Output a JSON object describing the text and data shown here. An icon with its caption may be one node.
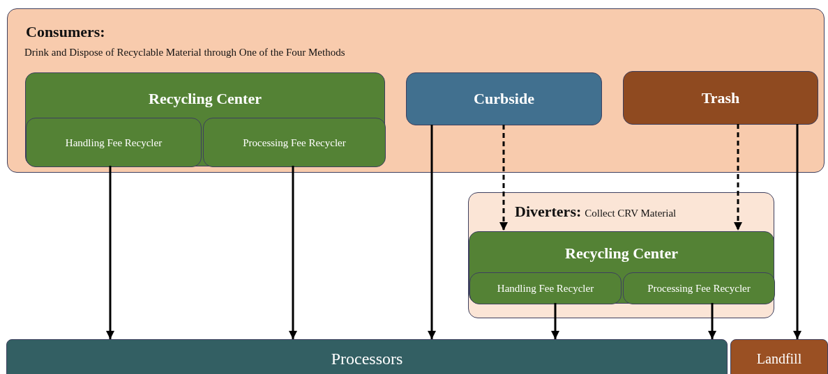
{
  "diagram": {
    "nodes": [
      {
        "text": [
          "Consumers:",
          "Drink and Dispose of Recyclable Material through One of the Four Methods"
        ]
      },
      {
        "text": [
          "Recycling Center"
        ],
        "in": 0
      },
      {
        "text": [
          "Handling Fee Recycler"
        ],
        "in": 1
      },
      {
        "text": [
          "Processing Fee Recycler"
        ],
        "in": 1
      },
      {
        "text": [
          "Curbside"
        ],
        "in": 0
      },
      {
        "text": [
          "Trash"
        ],
        "in": 0
      },
      {
        "text": [
          "Diverters:",
          "Collect CRV Material"
        ]
      },
      {
        "text": [
          "Recycling Center"
        ],
        "in": 6
      },
      {
        "text": [
          "Handling Fee Recycler"
        ],
        "in": 7
      },
      {
        "text": [
          "Processing Fee Recycler"
        ],
        "in": 7
      },
      {
        "text": [
          "Processors"
        ]
      },
      {
        "text": [
          "Landfill"
        ]
      }
    ],
    "edges": [
      {
        "from": 2,
        "to": 10,
        "arrow": "to"
      },
      {
        "from": 3,
        "to": 10,
        "arrow": "to"
      },
      {
        "from": 4,
        "to": 10,
        "arrow": "to"
      },
      {
        "from": 4,
        "to": 7,
        "arrow": "to",
        "style": "dashed"
      },
      {
        "from": 5,
        "to": 7,
        "arrow": "to",
        "style": "dashed"
      },
      {
        "from": 5,
        "to": 11,
        "arrow": "to"
      },
      {
        "from": 8,
        "to": 10,
        "arrow": "to"
      },
      {
        "from": 9,
        "to": 10,
        "arrow": "to"
      }
    ]
  }
}
